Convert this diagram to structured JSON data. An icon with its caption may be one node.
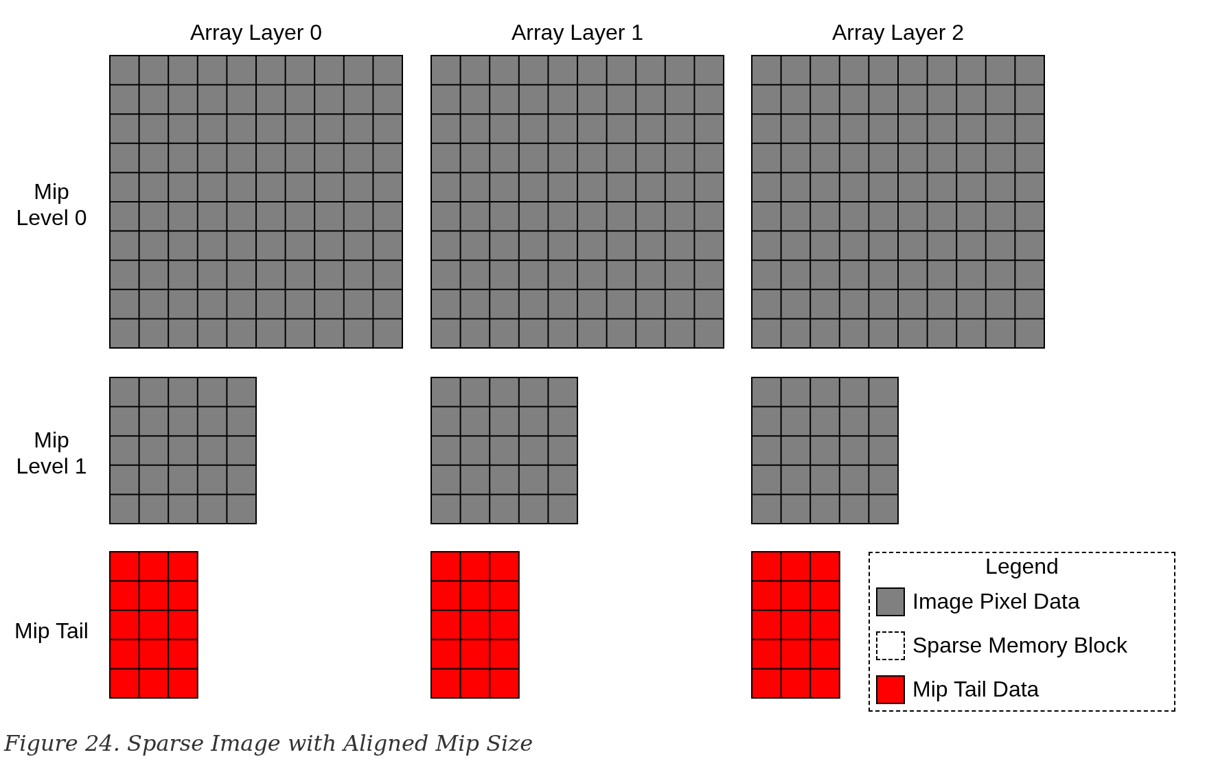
{
  "diagram": {
    "caption": "Figure 24. Sparse Image with Aligned Mip Size",
    "labels": [
      "Array Layer 0",
      "Array Layer 1",
      "Array Layer 2",
      "Mip Level 0",
      "Mip Level 1",
      "Legend",
      "Mip Tail"
    ],
    "legend": [
      {
        "text": "Image Pixel Data",
        "color": "#808080"
      },
      {
        "text": "Sparse Memory Block"
      },
      {
        "text": "Mip Tail Data",
        "color": "#ff0000"
      }
    ]
  }
}
